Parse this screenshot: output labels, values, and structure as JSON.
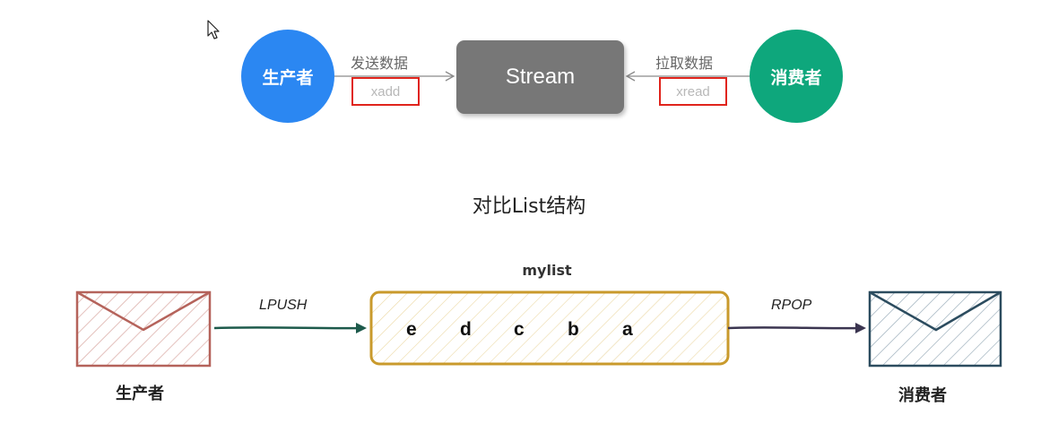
{
  "top": {
    "producer": "生产者",
    "consumer": "消费者",
    "stream": "Stream",
    "send_label": "发送数据",
    "pull_label": "拉取数据",
    "send_cmd": "xadd",
    "pull_cmd": "xread"
  },
  "compare_title": "对比List结构",
  "bottom": {
    "list_name": "mylist",
    "push_cmd": "LPUSH",
    "pop_cmd": "RPOP",
    "producer": "生产者",
    "consumer": "消费者",
    "items": [
      "e",
      "d",
      "c",
      "b",
      "a"
    ]
  },
  "colors": {
    "producer": "#2b87f2",
    "consumer": "#0ea77c",
    "stream": "#777777",
    "highlight": "#e0241c",
    "producer_envelope": "#b5635b",
    "consumer_envelope": "#2c4c5f",
    "list_border": "#c99a2c"
  },
  "icons": [
    "cursor-icon",
    "producer-envelope-icon",
    "consumer-envelope-icon"
  ]
}
